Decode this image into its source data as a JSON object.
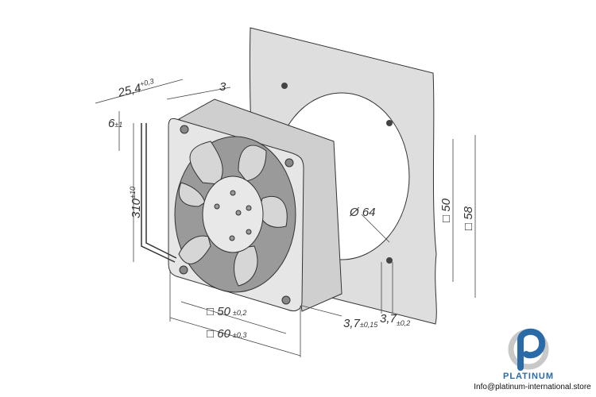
{
  "drawing": {
    "title": "Axial fan dimension drawing",
    "dimensions": {
      "depth": {
        "value": "25,4",
        "tol": "+0,3"
      },
      "flange": {
        "value": "3"
      },
      "lead_offset": {
        "value": "6",
        "tol": "±1"
      },
      "lead_length": {
        "value": "310",
        "tol": "±10"
      },
      "cutout_diameter": {
        "value": "Ø 64"
      },
      "panel_hole_spacing": {
        "value": "□ 50"
      },
      "panel_size": {
        "value": "□ 58"
      },
      "hole_spacing": {
        "value": "□ 50",
        "tol": "±0,2"
      },
      "frame_size": {
        "value": "□ 60",
        "tol": "±0,3"
      },
      "hole_diameter_fan": {
        "value": "3,7",
        "tol": "±0,15"
      },
      "hole_diameter_panel": {
        "value": "3,7",
        "tol": "±0,2"
      }
    }
  },
  "branding": {
    "name": "PLATINUM",
    "email": "Info@platinum-international.store",
    "colors": {
      "blue": "#2a6aa6",
      "gray": "#c8c8c8"
    }
  }
}
